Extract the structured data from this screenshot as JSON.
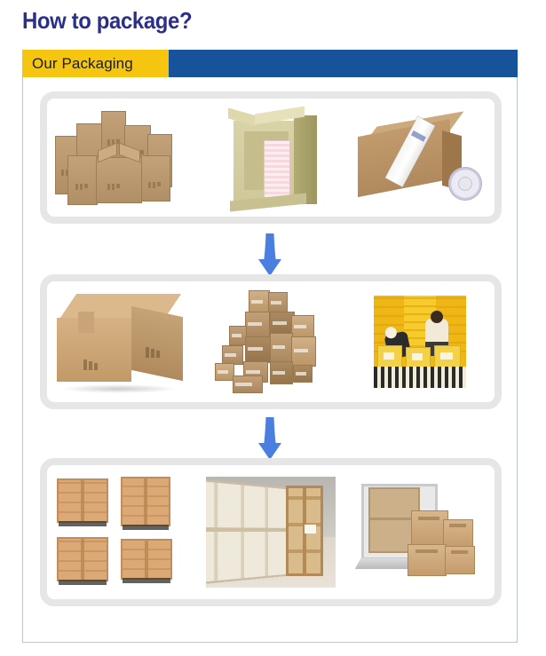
{
  "heading": {
    "title": "How to package?"
  },
  "tab": {
    "label": "Our Packaging",
    "background_color": "#f5c510",
    "bar_color": "#16539b",
    "text_color": "#1d1d1d"
  },
  "colors": {
    "title": "#2b2f87",
    "accent_yellow": "#f5c510",
    "accent_blue": "#16539b",
    "panel_border": "#b9c6d8",
    "card_border": "#e6e6e6",
    "arrow": "#4a7fe0"
  },
  "flow": {
    "arrows": [
      {
        "name": "down-arrow-1",
        "direction": "down",
        "color": "#4a7fe0"
      },
      {
        "name": "down-arrow-2",
        "direction": "down",
        "color": "#4a7fe0"
      }
    ],
    "rows": [
      {
        "name": "packaging-step-1",
        "items": [
          {
            "name": "kraft-carton-pile-image",
            "alt": "Pile of brown kraft cartons"
          },
          {
            "name": "open-carton-with-filler-image",
            "alt": "Open kraft carton with pink protective filler inside"
          },
          {
            "name": "sealed-carton-with-tape-roll-image",
            "alt": "Sealed carton with clear packing tape roll"
          }
        ]
      },
      {
        "name": "packaging-step-2",
        "items": [
          {
            "name": "single-large-carton-image",
            "alt": "Single large sealed kraft carton"
          },
          {
            "name": "carton-stack-image",
            "alt": "Stack of many kraft cartons"
          },
          {
            "name": "warehouse-packing-line-photo",
            "alt": "Workers packing cartons on a yellow warehouse conveyor line"
          }
        ]
      },
      {
        "name": "packaging-step-3",
        "items": [
          {
            "name": "wooden-crates-grid-image",
            "alt": "Four wooden pallet crates shown from different angles"
          },
          {
            "name": "wooden-crate-row-photo",
            "alt": "Row of tall plywood shipping crates in a warehouse"
          },
          {
            "name": "container-loading-image",
            "alt": "Cartons loaded into a shipping container"
          }
        ]
      }
    ]
  }
}
